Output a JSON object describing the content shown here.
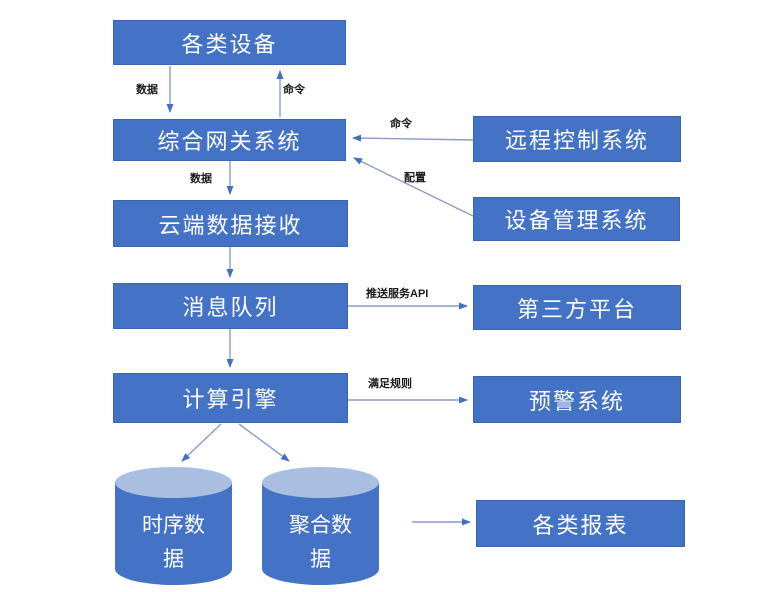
{
  "diagram": {
    "nodes": {
      "devices": {
        "label": "各类设备"
      },
      "gateway": {
        "label": "综合网关系统"
      },
      "cloud": {
        "label": "云端数据接收"
      },
      "queue": {
        "label": "消息队列"
      },
      "engine": {
        "label": "计算引擎"
      },
      "remote": {
        "label": "远程控制系统"
      },
      "devmgmt": {
        "label": "设备管理系统"
      },
      "thirdparty": {
        "label": "第三方平台"
      },
      "alert": {
        "label": "预警系统"
      },
      "reports": {
        "label": "各类报表"
      },
      "ts_db": {
        "label": "时序数据"
      },
      "agg_db": {
        "label": "聚合数据"
      }
    },
    "edges": {
      "devices_to_gateway": {
        "label": "数据"
      },
      "gateway_to_devices": {
        "label": "命令"
      },
      "remote_to_gateway": {
        "label": "命令"
      },
      "devmgmt_to_gateway": {
        "label": "配置"
      },
      "gateway_to_cloud": {
        "label": "数据"
      },
      "cloud_to_queue": {
        "label": ""
      },
      "queue_to_engine": {
        "label": ""
      },
      "queue_to_thirdparty": {
        "label": "推送服务API"
      },
      "engine_to_alert": {
        "label": "满足规则"
      },
      "engine_to_ts_db": {
        "label": ""
      },
      "engine_to_agg_db": {
        "label": ""
      },
      "db_to_reports": {
        "label": ""
      }
    },
    "colors": {
      "node_fill": "#4472C4",
      "node_border": "#3A63B0",
      "cylinder_top": "#A9BFE2",
      "arrow_line": "#8A9CCB",
      "arrow_head": "#4470C2",
      "label_color": "#1a1a1a"
    }
  }
}
